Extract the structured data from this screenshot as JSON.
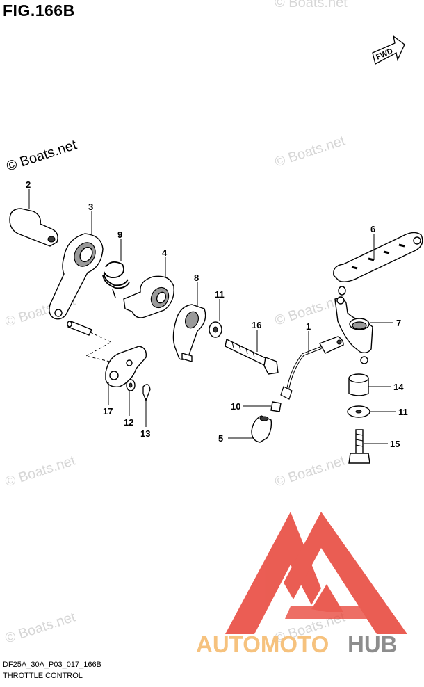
{
  "figure": {
    "title": "FIG.166B",
    "direction_tag": "FWD"
  },
  "watermark": {
    "copyright_text": "© Boats.net"
  },
  "callouts": [
    "1",
    "2",
    "3",
    "4",
    "5",
    "6",
    "7",
    "8",
    "9",
    "10",
    "11",
    "11",
    "12",
    "13",
    "14",
    "15",
    "16",
    "17"
  ],
  "footer": {
    "diagram_code": "DF25A_30A_P03_017_166B",
    "caption": "THROTTLE CONTROL"
  },
  "branding": {
    "logo_text_part1": "AUTOMOTO",
    "logo_text_part2": "HUB",
    "logo_color": "#e8473c",
    "logo_accent_color": "#f6c27e",
    "logo_gray_color": "#8d8d8d"
  }
}
